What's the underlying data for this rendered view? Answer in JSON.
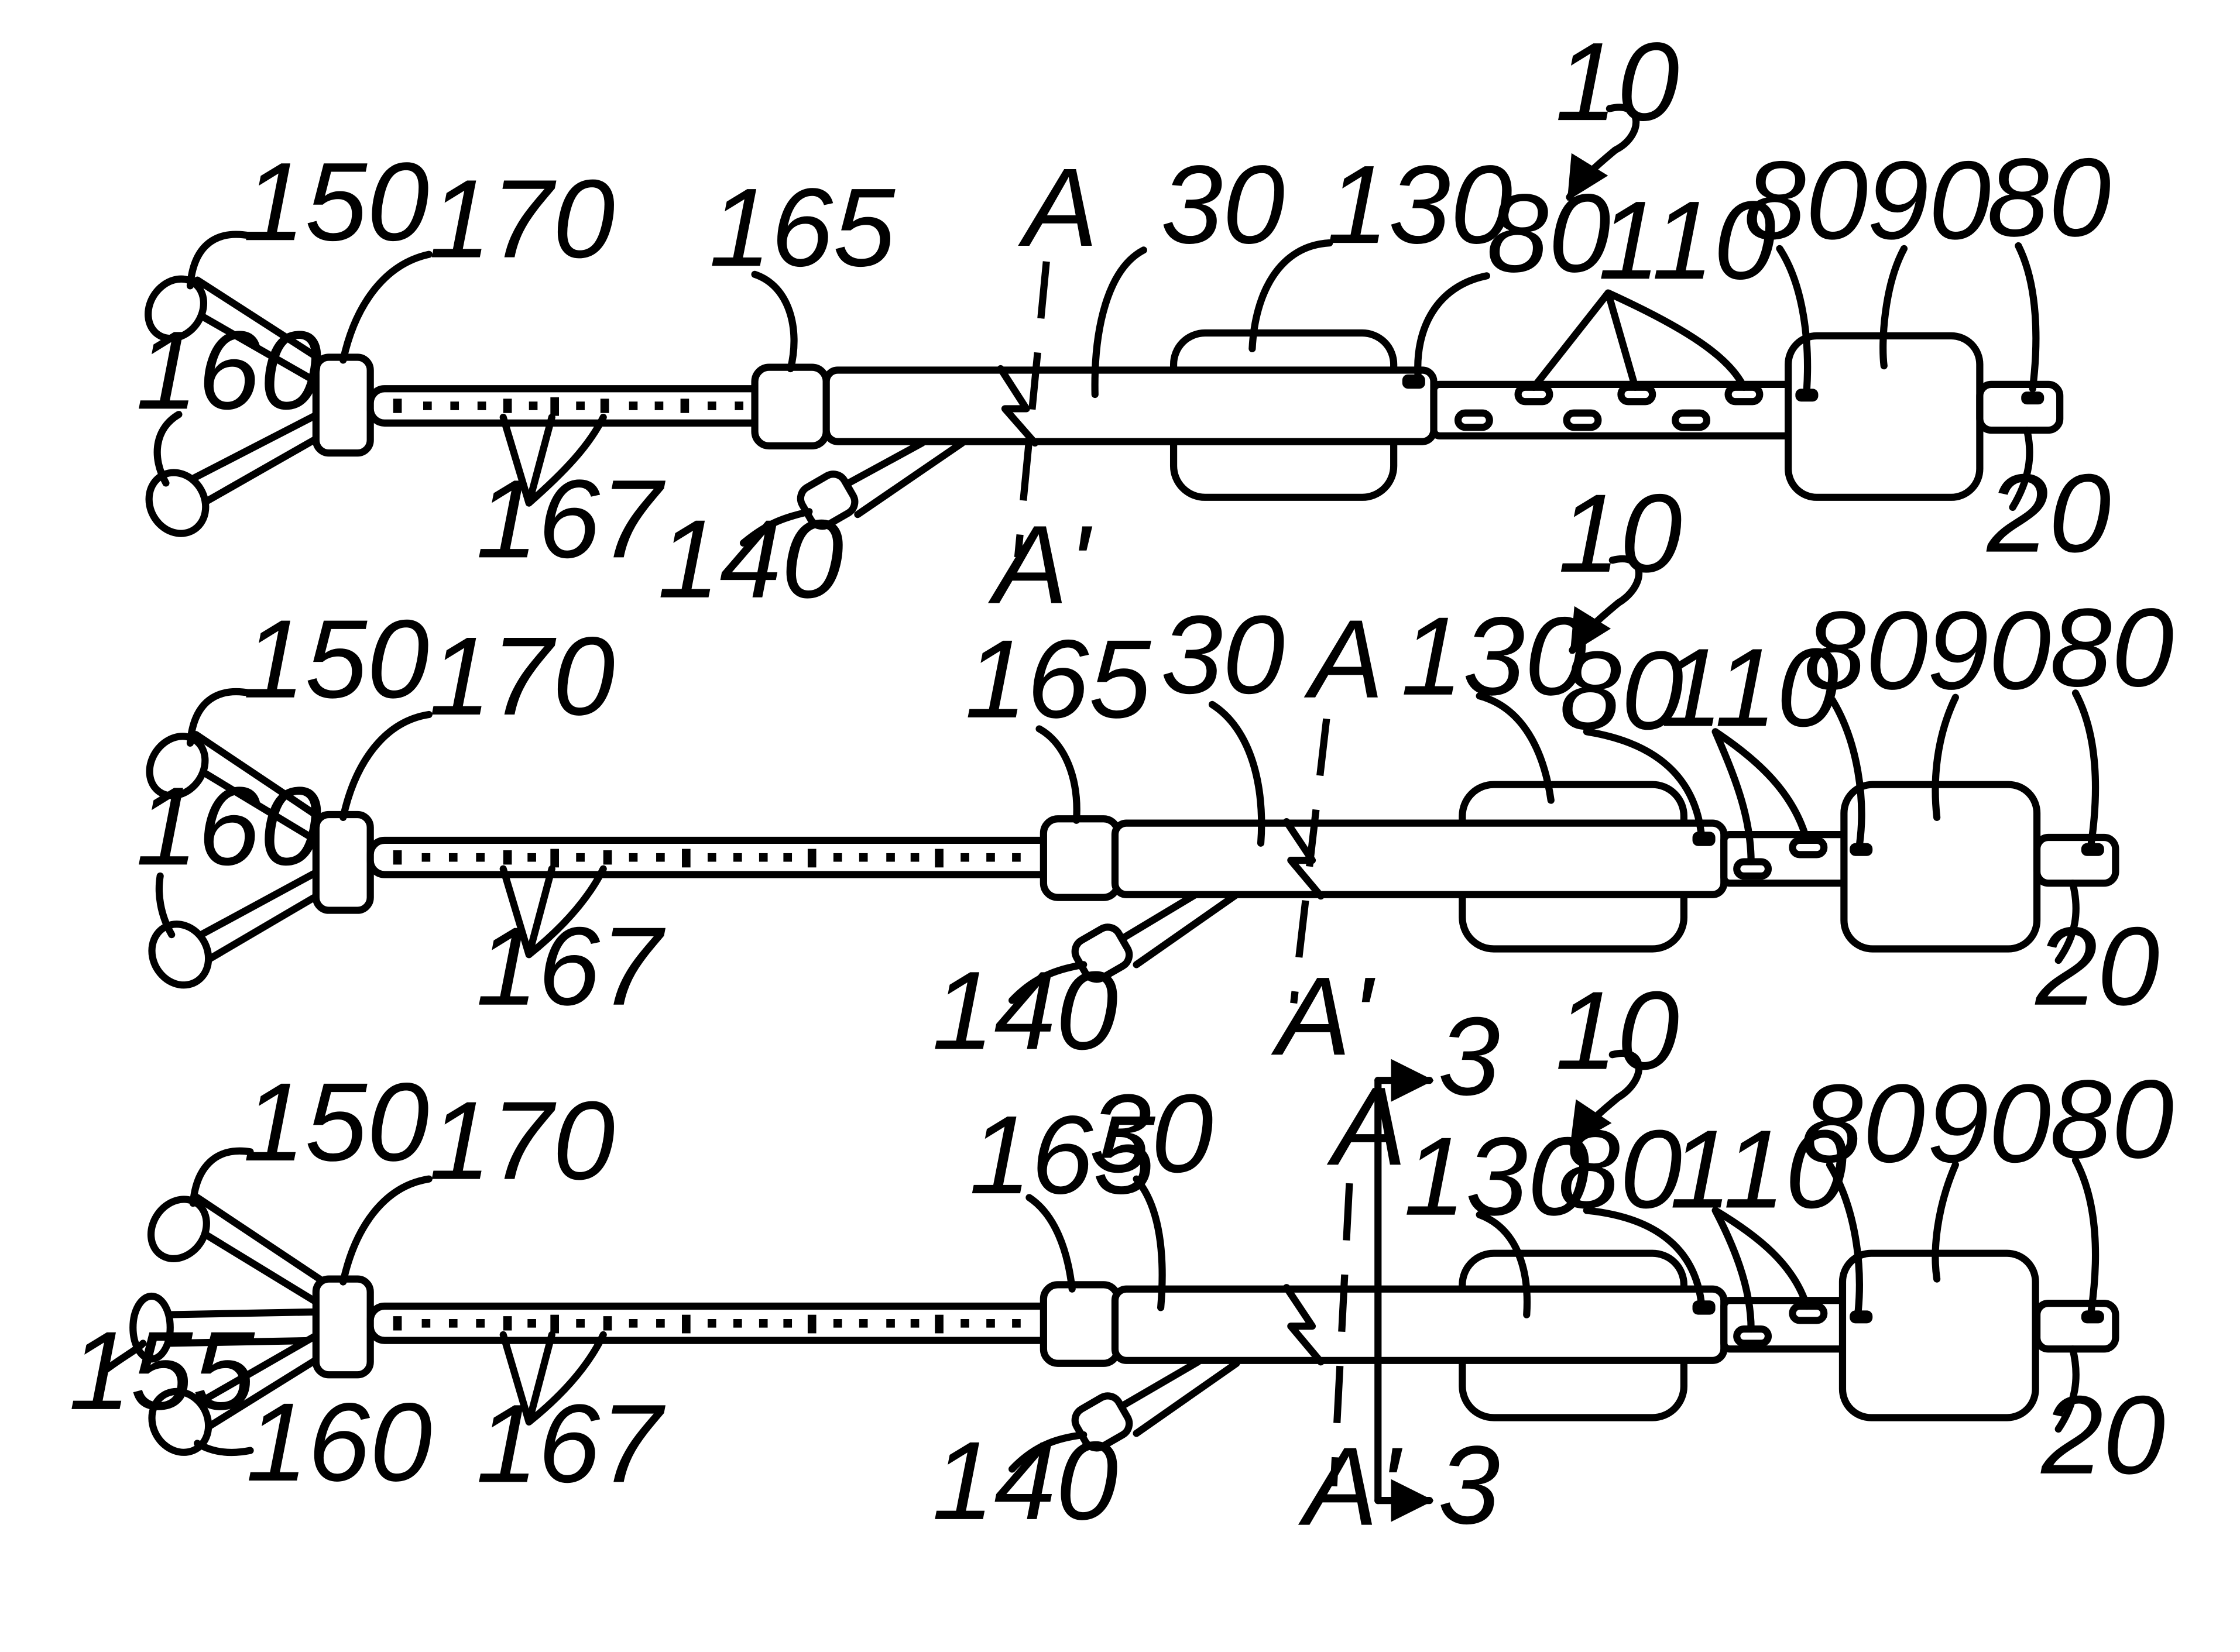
{
  "figure": {
    "colors": {
      "ink": "#000000",
      "paper": "#ffffff"
    },
    "views": [
      {
        "labels": {
          "device": "10",
          "proximal_port_a": "150",
          "proximal_port_b": "160",
          "hub": "170",
          "collar": "165",
          "markings": "167",
          "side_port": "140",
          "catheter": "30",
          "proximal_balloon": "130",
          "marker_a": "80",
          "holes": "110",
          "marker_b": "80",
          "distal_balloon": "90",
          "marker_c": "80",
          "tip": "20",
          "section_top": "A",
          "section_bottom": "A'"
        }
      },
      {
        "labels": {
          "device": "10",
          "proximal_port_a": "150",
          "proximal_port_b": "160",
          "hub": "170",
          "collar": "165",
          "markings": "167",
          "side_port": "140",
          "catheter": "30",
          "proximal_balloon": "130",
          "marker_a": "80",
          "holes": "110",
          "marker_b": "80",
          "distal_balloon": "90",
          "marker_c": "80",
          "tip": "20",
          "section_top": "A",
          "section_bottom": "A'"
        }
      },
      {
        "labels": {
          "device": "10",
          "proximal_port_a": "150",
          "proximal_port_c": "155",
          "proximal_port_b": "160",
          "hub": "170",
          "collar": "165",
          "markings": "167",
          "side_port": "140",
          "catheter": "30",
          "proximal_balloon": "130",
          "marker_a": "80",
          "holes": "110",
          "marker_b": "80",
          "distal_balloon": "90",
          "marker_c": "80",
          "tip": "20",
          "section_top": "A",
          "section_bottom": "A'",
          "cut_line_top": "3",
          "cut_line_bottom": "3"
        }
      }
    ]
  }
}
